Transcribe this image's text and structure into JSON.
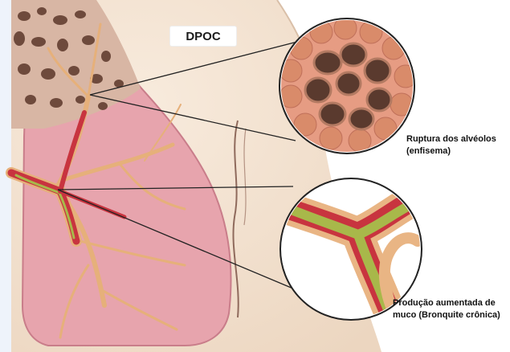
{
  "diagram": {
    "title": "DPOC",
    "callouts": [
      {
        "name": "emphysema",
        "label": "Ruptura dos alvéolos\n(enfisema)"
      },
      {
        "name": "chronic-bronchitis",
        "label": "Produção aumentada de\nmuco (Bronquite crônica)"
      }
    ]
  },
  "colors": {
    "skin": "#f3e2d0",
    "lung_tissue": "#e7a4ad",
    "lung_upper": "#d7b7a3",
    "airway_wall": "#e9b584",
    "airway_inflamed": "#c8343f",
    "mucus": "#a8b84a",
    "alveolus": "#d98b6a",
    "alveolus_hole": "#5a3a2e"
  }
}
